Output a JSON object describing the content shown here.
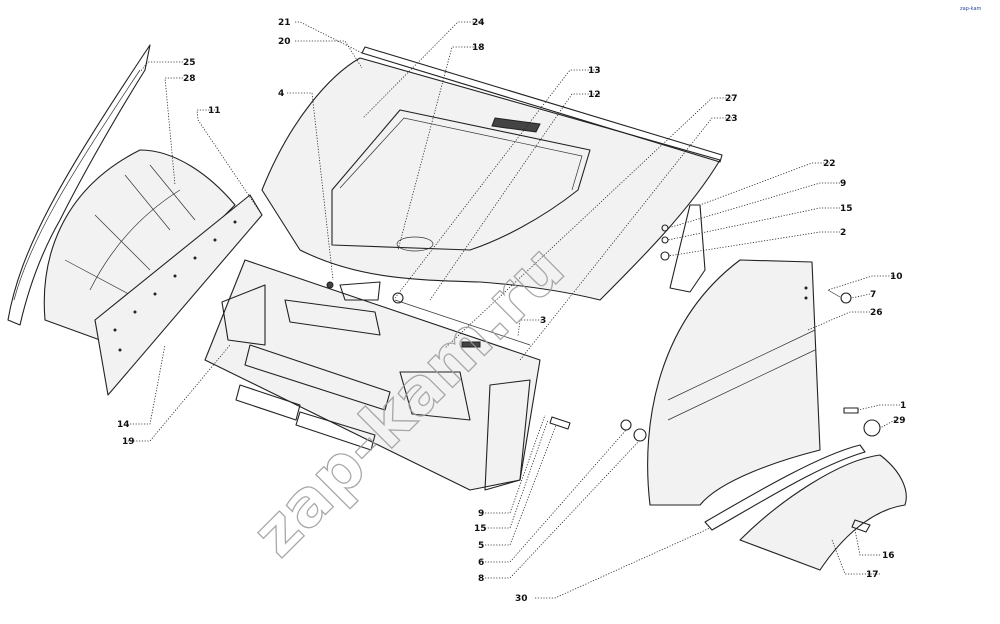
{
  "watermark": "zap-kam.ru",
  "corner_mark": "zap-kam",
  "callouts": [
    {
      "id": "c21",
      "label": "21"
    },
    {
      "id": "c20",
      "label": "20"
    },
    {
      "id": "c24",
      "label": "24"
    },
    {
      "id": "c18",
      "label": "18"
    },
    {
      "id": "c13",
      "label": "13"
    },
    {
      "id": "c12",
      "label": "12"
    },
    {
      "id": "c27",
      "label": "27"
    },
    {
      "id": "c23",
      "label": "23"
    },
    {
      "id": "c4",
      "label": "4"
    },
    {
      "id": "c11",
      "label": "11"
    },
    {
      "id": "c25",
      "label": "25"
    },
    {
      "id": "c28",
      "label": "28"
    },
    {
      "id": "c22",
      "label": "22"
    },
    {
      "id": "c9a",
      "label": "9"
    },
    {
      "id": "c15a",
      "label": "15"
    },
    {
      "id": "c2",
      "label": "2"
    },
    {
      "id": "c10",
      "label": "10"
    },
    {
      "id": "c7",
      "label": "7"
    },
    {
      "id": "c26",
      "label": "26"
    },
    {
      "id": "c1",
      "label": "1"
    },
    {
      "id": "c29",
      "label": "29"
    },
    {
      "id": "c3",
      "label": "3"
    },
    {
      "id": "c14",
      "label": "14"
    },
    {
      "id": "c19",
      "label": "19"
    },
    {
      "id": "c9b",
      "label": "9"
    },
    {
      "id": "c15b",
      "label": "15"
    },
    {
      "id": "c5",
      "label": "5"
    },
    {
      "id": "c6",
      "label": "6"
    },
    {
      "id": "c8",
      "label": "8"
    },
    {
      "id": "c16",
      "label": "16"
    },
    {
      "id": "c17",
      "label": "17"
    },
    {
      "id": "c30",
      "label": "30"
    }
  ]
}
